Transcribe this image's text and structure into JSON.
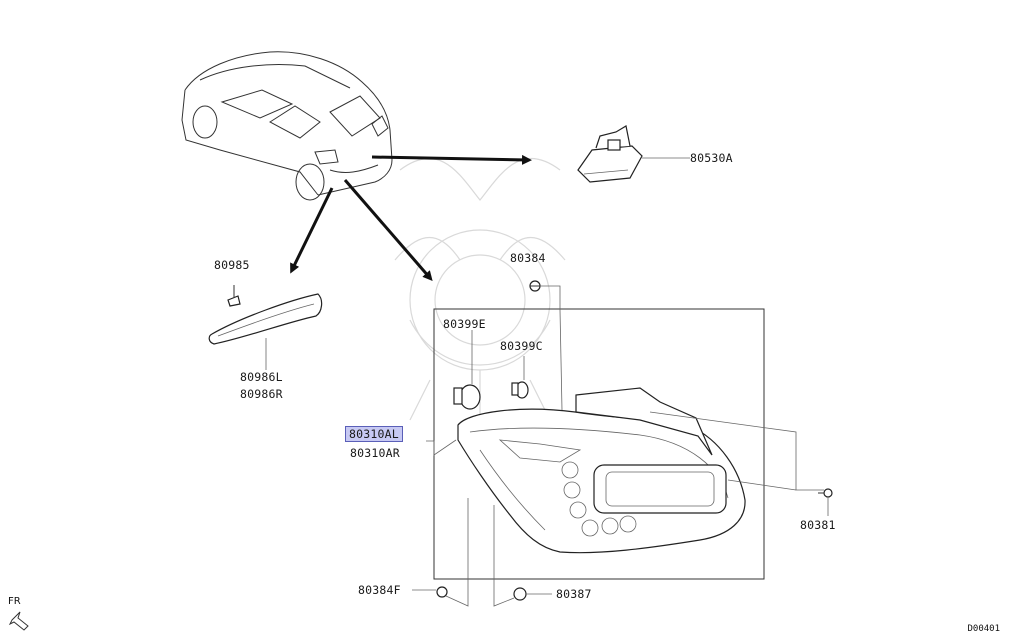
{
  "diagram_code": "D00401",
  "orientation": "FR",
  "highlighted_part": "80310AL",
  "highlight_color": "#c7c9f3",
  "labels": {
    "p80530A": "80530A",
    "p80985": "80985",
    "p80986L": "80986L",
    "p80986R": "80986R",
    "p80384": "80384",
    "p80399E": "80399E",
    "p80399C": "80399C",
    "p80310AL": "80310AL",
    "p80310AR": "80310AR",
    "p80381": "80381",
    "p80384F": "80384F",
    "p80387": "80387"
  }
}
